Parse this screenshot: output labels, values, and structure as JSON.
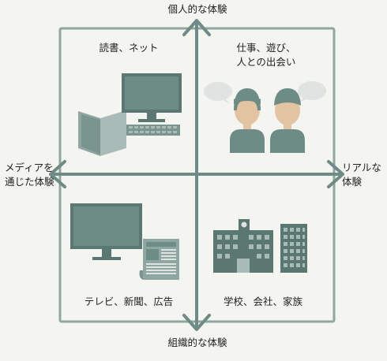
{
  "axes": {
    "top": "個人的な体験",
    "bottom": "組織的な体験",
    "left_line1": "メディアを",
    "left_line2": "通じた体験",
    "right_line1": "リアルな",
    "right_line2": "体験"
  },
  "quadrants": {
    "top_left": "読書、ネット",
    "top_right_line1": "仕事、遊び、",
    "top_right_line2": "人との出会い",
    "bottom_left": "テレビ、新聞、広告",
    "bottom_right": "学校、会社、家族"
  },
  "colors": {
    "primary": "#6e8c86",
    "dark": "#5a7771",
    "light": "#a9bbb7",
    "frame": "#8fa6a1",
    "skin": "#e2c4a2",
    "bubble": "#dfe4e2",
    "background": "#f4f4f0"
  }
}
